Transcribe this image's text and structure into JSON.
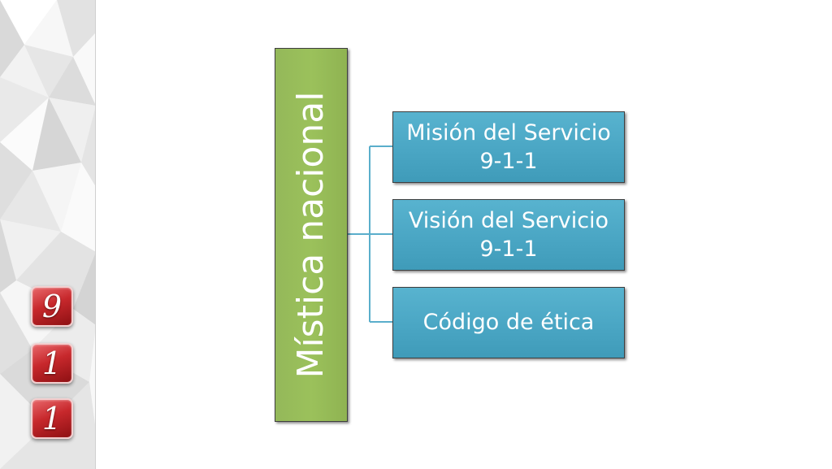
{
  "colors": {
    "root_fill": "#9bc15b",
    "child_fill": "#4aa6c4",
    "connector": "#5aaecb",
    "badge_red": "#c7282c",
    "text": "#ffffff"
  },
  "badges": [
    "9",
    "1",
    "1"
  ],
  "diagram": {
    "root": {
      "label": "Mística nacional"
    },
    "children": [
      {
        "label": "Misión del Servicio 9-1-1"
      },
      {
        "label": "Visión del Servicio 9-1-1"
      },
      {
        "label": "Código de ética"
      }
    ]
  }
}
